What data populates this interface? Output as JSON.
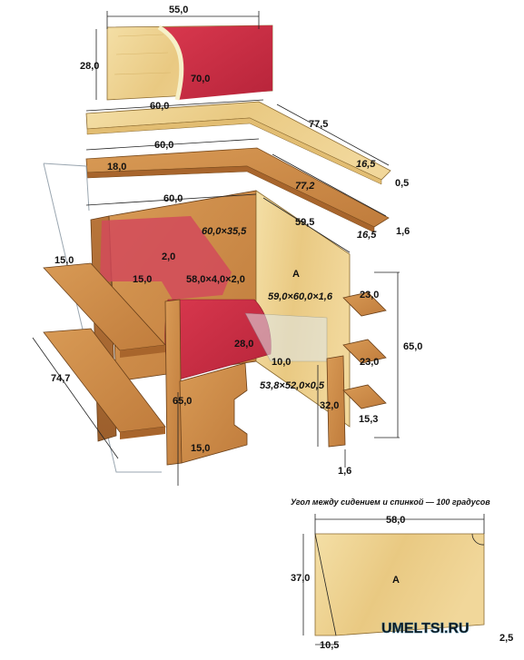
{
  "watermark": "UMELTSI.RU",
  "caption": "Угол между сидением и спинкой — 100 градусов",
  "part_label_a": "A",
  "dims": {
    "back_width": "55,0",
    "back_height": "28,0",
    "back_cushion": "70,0",
    "top_board_len": "60,0",
    "top_board_side": "77,5",
    "top_board_end": "16,5",
    "top_board_gap": "0,5",
    "shelf_board_len": "60,0",
    "shelf_board_depth": "18,0",
    "shelf_board_side": "77,2",
    "shelf_board_end": "16,5",
    "shelf_board_thick": "1,6",
    "frame_front": "60,0",
    "frame_side": "59,5",
    "cushion_size": "60,0×35,5",
    "cushion_inset": "2,0",
    "shelf_left": "15,0",
    "shelf_left_depth": "15,0",
    "seat_panel": "58,0×4,0×2,0",
    "panel_a": "59,0×60,0×1,6",
    "shelf_h1": "23,0",
    "shelf_h2": "23,0",
    "total_height": "65,0",
    "seat_height": "28,0",
    "seat_step": "10,0",
    "seat_board": "53,8×52,0×0,5",
    "side_shelf_len": "74,7",
    "front_height": "65,0",
    "leg_height": "32,0",
    "bottom_shelf": "15,3",
    "base_depth": "15,0",
    "base_thick": "1,6",
    "detail_width": "58,0",
    "detail_height": "37,0",
    "detail_bottom": "10,5",
    "detail_gap": "2,5"
  }
}
